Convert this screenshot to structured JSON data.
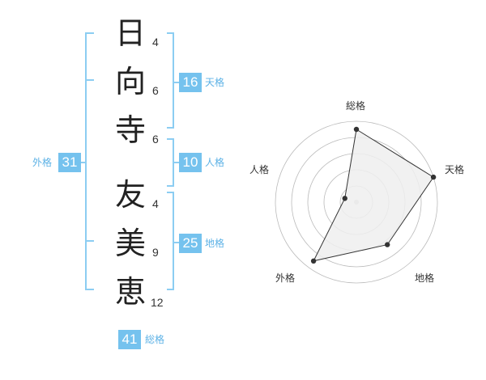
{
  "name": {
    "chars": [
      {
        "char": "日",
        "strokes": "4"
      },
      {
        "char": "向",
        "strokes": "6"
      },
      {
        "char": "寺",
        "strokes": "6"
      },
      {
        "char": "友",
        "strokes": "4"
      },
      {
        "char": "美",
        "strokes": "9"
      },
      {
        "char": "恵",
        "strokes": "12"
      }
    ]
  },
  "kakusu": {
    "tenkaku": {
      "value": "16",
      "label": "天格"
    },
    "jinkaku": {
      "value": "10",
      "label": "人格"
    },
    "chikaku": {
      "value": "25",
      "label": "地格"
    },
    "gaikaku": {
      "value": "31",
      "label": "外格"
    },
    "soukaku": {
      "value": "41",
      "label": "総格"
    }
  },
  "radar": {
    "axes": [
      "総格",
      "天格",
      "地格",
      "外格",
      "人格"
    ],
    "levels": [
      0.9,
      1.0,
      0.65,
      0.9,
      0.15
    ],
    "colors": {
      "fill": "#eeeeee",
      "line": "#333333",
      "grid": "#bbbbbb"
    }
  },
  "colors": {
    "accent": "#75c2ee",
    "bracket": "#8ccdf2",
    "accent_text": "#5db2e6"
  }
}
